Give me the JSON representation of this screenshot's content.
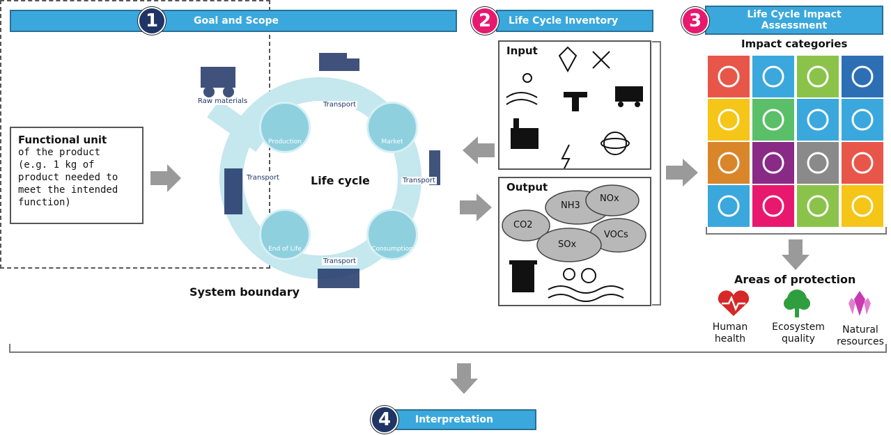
{
  "steps": [
    {
      "number": "1",
      "title": "Goal and Scope"
    },
    {
      "number": "2",
      "title": "Life Cycle Inventory"
    },
    {
      "number": "3",
      "title": "Life Cycle Impact Assessment"
    },
    {
      "number": "4",
      "title": "Interpretation"
    }
  ],
  "functional_unit": {
    "title": "Functional unit",
    "text": "of the product (e.g. 1 kg of product needed to meet the intended function)"
  },
  "life_cycle": {
    "center": "Life cycle",
    "boundary": "System boundary",
    "stages": [
      "Raw materials",
      "Production",
      "Market",
      "Consumption",
      "End of Life"
    ],
    "transport": "Transport"
  },
  "inventory": {
    "input_title": "Input",
    "output_title": "Output",
    "emissions": [
      "NH3",
      "NOx",
      "CO2",
      "VOCs",
      "SOx"
    ]
  },
  "impact": {
    "categories_title": "Impact categories",
    "tile_colors": [
      "#e8564a",
      "#3aa8dc",
      "#8bc34a",
      "#2c6fb5",
      "#f5c518",
      "#5bbf6a",
      "#3aa8dc",
      "#3aa8dc",
      "#d9862b",
      "#8a2a87",
      "#8a8a8a",
      "#e8564a",
      "#3aa8dc",
      "#e8186f",
      "#8bc34a",
      "#f5c518"
    ]
  },
  "protection": {
    "title": "Areas of protection",
    "items": [
      {
        "label_line1": "Human",
        "label_line2": "health",
        "color": "#d62828"
      },
      {
        "label_line1": "Ecosystem",
        "label_line2": "quality",
        "color": "#2e9e3e"
      },
      {
        "label_line1": "Natural",
        "label_line2": "resources",
        "color": "#c93ab0"
      }
    ]
  }
}
